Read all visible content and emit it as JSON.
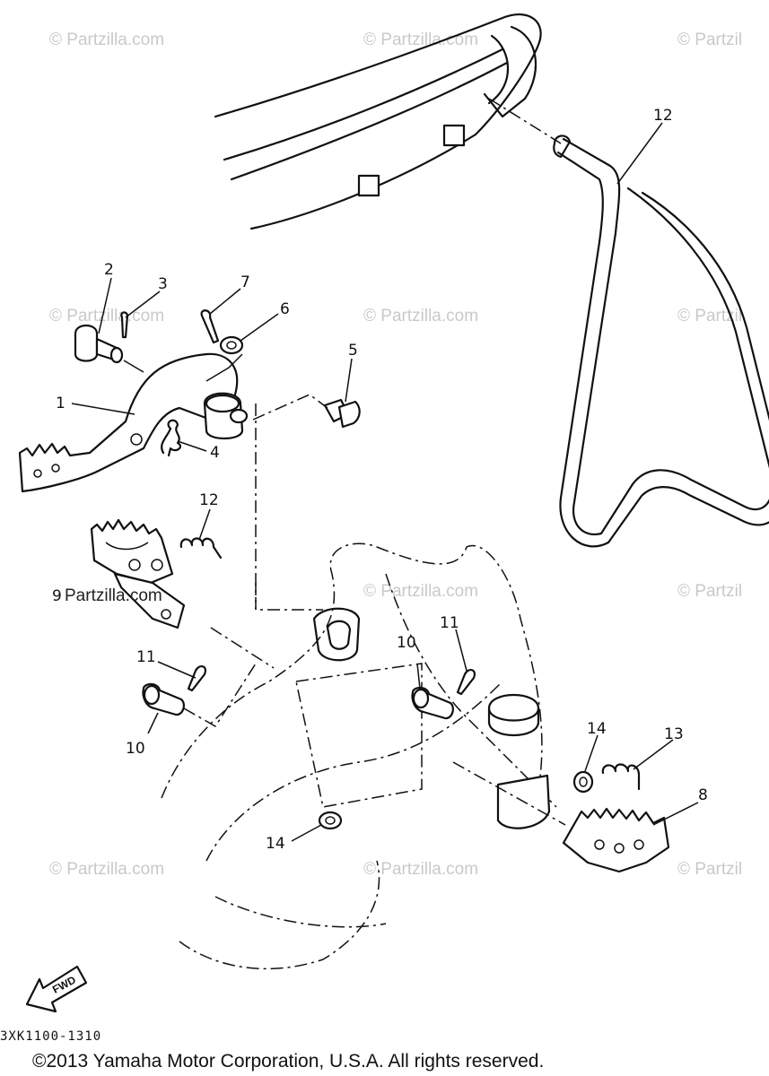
{
  "callouts": [
    {
      "id": "1",
      "label": "1"
    },
    {
      "id": "2",
      "label": "2"
    },
    {
      "id": "3",
      "label": "3"
    },
    {
      "id": "4",
      "label": "4"
    },
    {
      "id": "5",
      "label": "5"
    },
    {
      "id": "6",
      "label": "6"
    },
    {
      "id": "7",
      "label": "7"
    },
    {
      "id": "8",
      "label": "8"
    },
    {
      "id": "9",
      "label": "9"
    },
    {
      "id": "10a",
      "label": "10"
    },
    {
      "id": "10b",
      "label": "10"
    },
    {
      "id": "11a",
      "label": "11"
    },
    {
      "id": "11b",
      "label": "11"
    },
    {
      "id": "12a",
      "label": "12"
    },
    {
      "id": "12b",
      "label": "12"
    },
    {
      "id": "13",
      "label": "13"
    },
    {
      "id": "14a",
      "label": "14"
    },
    {
      "id": "14b",
      "label": "14"
    }
  ],
  "watermark": "© Partzilla.com",
  "watermark_partial": "© Partzil",
  "watermark_dark": "Partzilla.com",
  "direction_label": "FWD",
  "diagram_code": "3XK1100-1310",
  "copyright": "©2013  Yamaha Motor Corporation, U.S.A. All rights reserved."
}
